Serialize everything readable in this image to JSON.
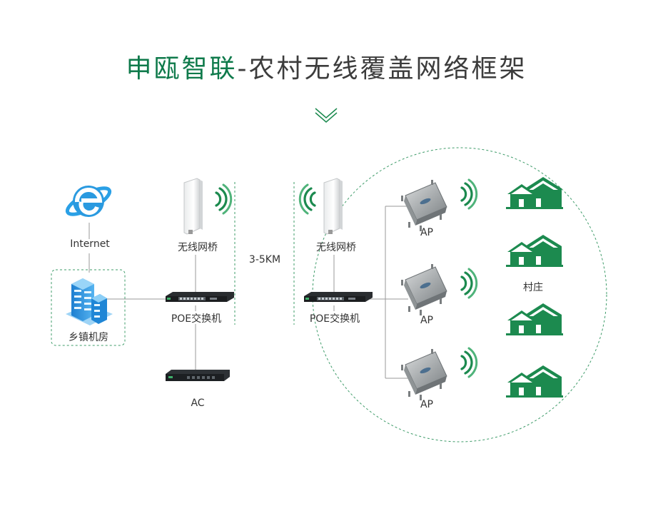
{
  "title": {
    "brand": "申瓯智联",
    "rest": "-农村无线覆盖网络框架"
  },
  "labels": {
    "internet": "Internet",
    "machine_room": "乡镇机房",
    "bridge_left": "无线网桥",
    "bridge_right": "无线网桥",
    "poe_left": "POE交换机",
    "poe_right": "POE交换机",
    "ac": "AC",
    "distance": "3-5KM",
    "ap_1": "AP",
    "ap_2": "AP",
    "ap_3": "AP",
    "village": "村庄"
  },
  "colors": {
    "brand_green": "#0f7a4b",
    "house_green": "#1c8a4f",
    "line_gray": "#9a9a9a"
  },
  "icons": [
    "ie-browser-icon",
    "server-building-icon",
    "wireless-bridge-icon",
    "poe-switch-icon",
    "ac-controller-icon",
    "outdoor-ap-icon",
    "wifi-signal-icon",
    "house-icon",
    "chevron-down-icon"
  ]
}
